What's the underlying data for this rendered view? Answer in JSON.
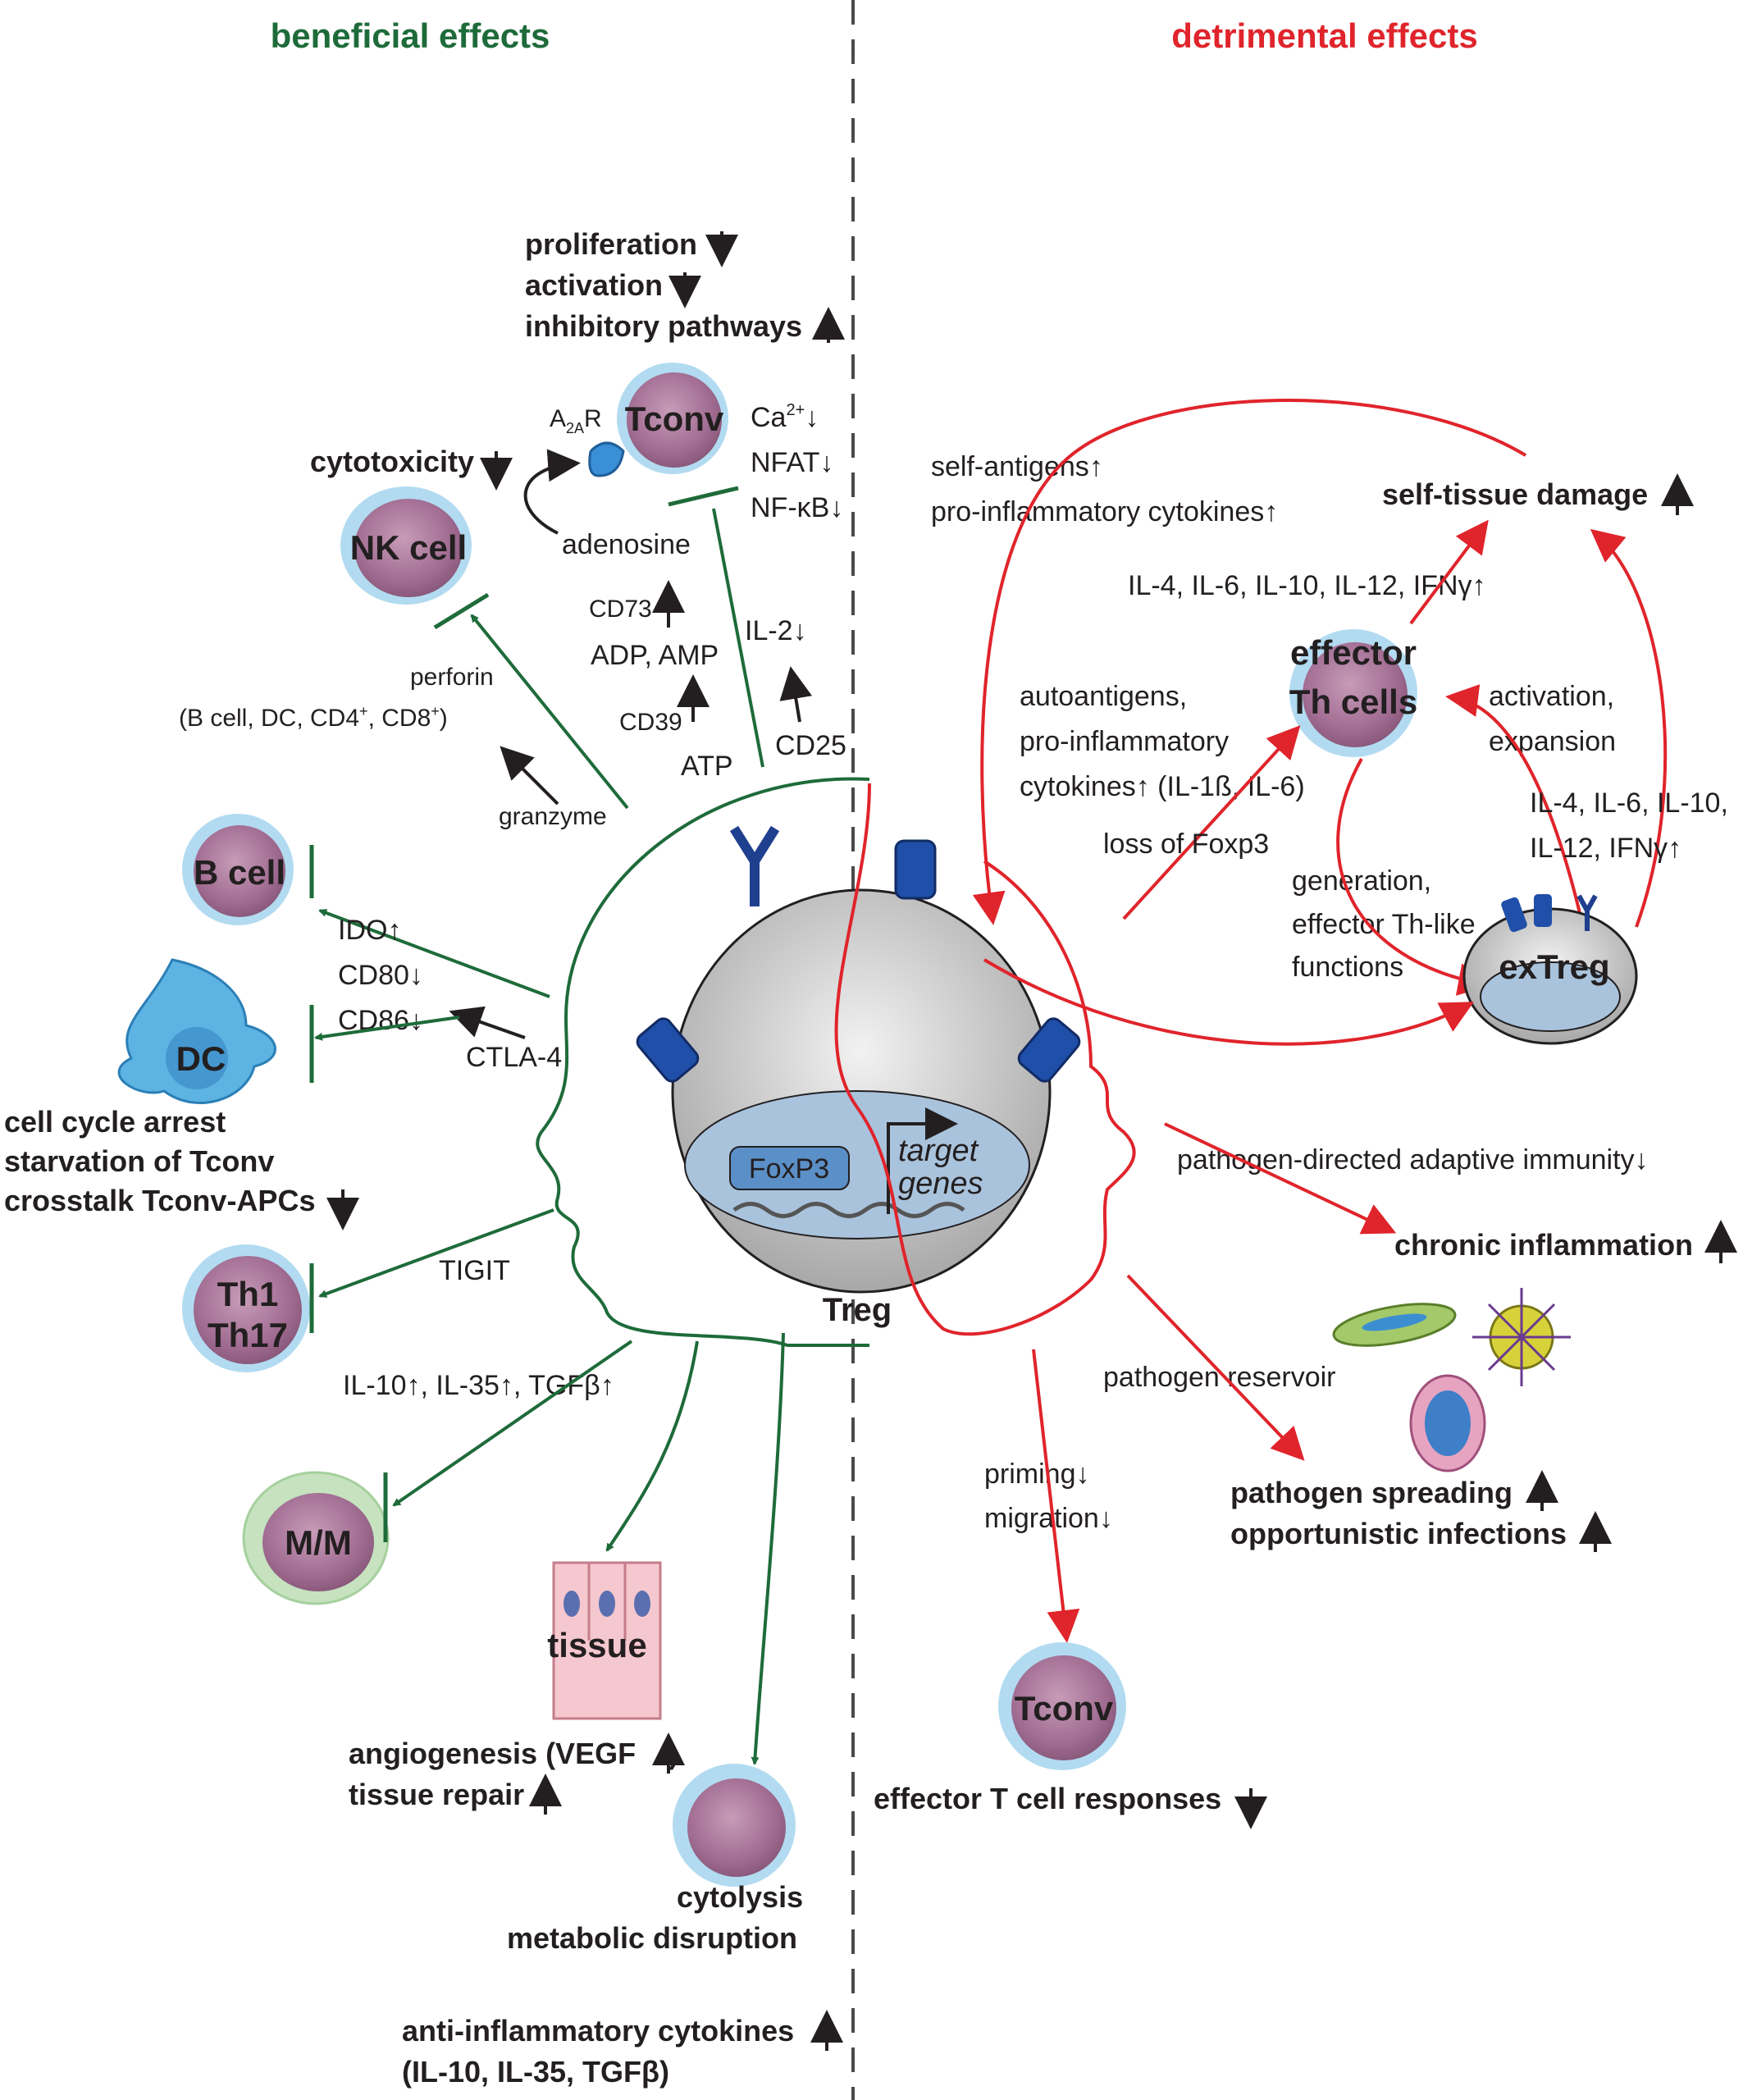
{
  "headers": {
    "beneficial": "beneficial effects",
    "detrimental": "detrimental effects"
  },
  "center": {
    "label": "Treg",
    "foxp3": "FoxP3",
    "target1": "target",
    "target2": "genes"
  },
  "cells": {
    "tconv_top": "Tconv",
    "nk": "NK cell",
    "bcell": "B cell",
    "dc": "DC",
    "th1": "Th1",
    "th17": "Th17",
    "mm": "M/M",
    "tissue": "tissue",
    "effector1": "effector",
    "effector2": "Th cells",
    "extreg": "exTreg",
    "tconv_bottom": "Tconv"
  },
  "left": {
    "prolif": "proliferation",
    "activation": "activation",
    "inhib": "inhibitory pathways",
    "a2ar": "A",
    "a2ar_sub": "2A",
    "a2ar_r": "R",
    "ca": "Ca",
    "ca_sup": "2+",
    "nfat": "NFAT",
    "nfkb": "NF-κB",
    "adenosine": "adenosine",
    "cd73": "CD73",
    "adp": "ADP, AMP",
    "cd39": "CD39",
    "atp": "ATP",
    "il2": "IL-2",
    "cd25": "CD25",
    "cytotox": "cytotoxicity",
    "perforin": "perforin",
    "bcell_list": "(B cell, DC, CD4",
    "cd8": ", CD8",
    "plus": "+",
    "close": ")",
    "granzyme": "granzyme",
    "ido": "IDO↑",
    "cd80": "CD80↓",
    "cd86": "CD86↓",
    "ctla4": "CTLA-4",
    "cc1": "cell cycle arrest",
    "cc2": "starvation of Tconv",
    "cc3": "crosstalk Tconv-APCs",
    "tigit": "TIGIT",
    "il10": "IL-10↑, IL-35↑, TGFβ↑",
    "ang": "angiogenesis (VEGF",
    "ang_end": ")",
    "repair": "tissue repair",
    "cytolysis": "cytolysis",
    "metab": "metabolic disruption",
    "anti1": "anti-inflammatory cytokines",
    "anti2": "(IL-10, IL-35, TGFβ)"
  },
  "right": {
    "selfag": "self-antigens↑",
    "proinf": "pro-inflammatory cytokines↑",
    "damage": "self-tissue damage",
    "il4_top": "IL-4, IL-6, IL-10, IL-12, IFNγ↑",
    "auto1": "autoantigens,",
    "auto2": "pro-inflammatory",
    "auto3": "cytokines↑ (IL-1ß, IL-6)",
    "act1": "activation,",
    "act2": "expansion",
    "il4_r1": "IL-4, IL-6, IL-10,",
    "il4_r2": "IL-12, IFNγ↑",
    "lossfoxp3": "loss of Foxp3",
    "gen1": "generation,",
    "gen2": "effector Th-like",
    "gen3": "functions",
    "pathogen_adaptive": "pathogen-directed adaptive immunity↓",
    "chronic": "chronic inflammation",
    "reservoir": "pathogen reservoir",
    "spread1": "pathogen spreading",
    "spread2": "opportunistic infections",
    "priming": "priming↓",
    "migration": "migration↓",
    "effT": "effector T cell responses"
  }
}
